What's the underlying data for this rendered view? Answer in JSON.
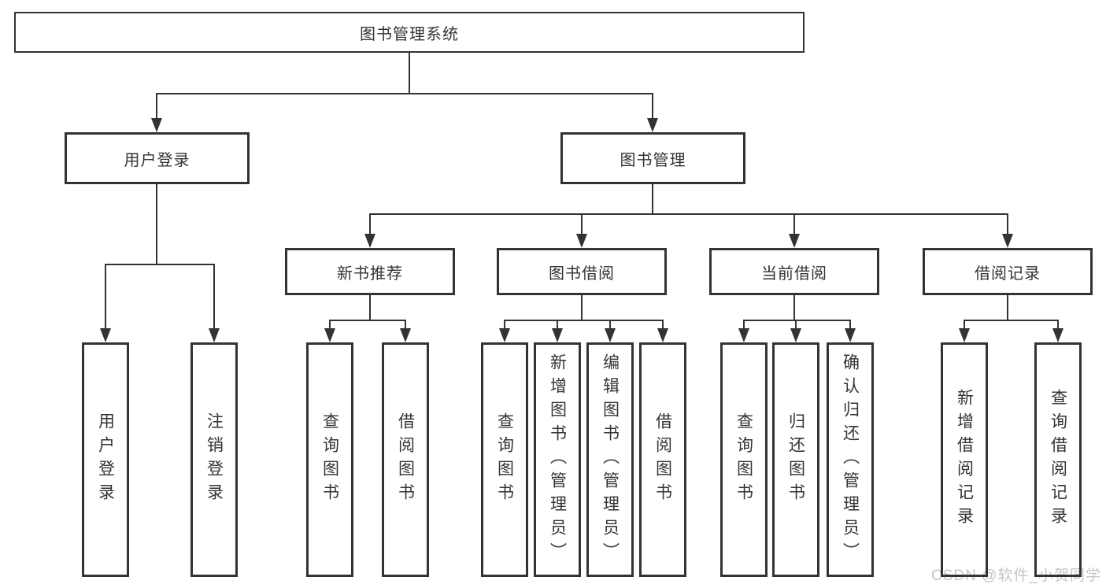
{
  "nodes": {
    "root": "图书管理系统",
    "user_login": "用户登录",
    "book_mgmt": "图书管理",
    "new_book_rec": "新书推荐",
    "book_borrow": "图书借阅",
    "current_borrow": "当前借阅",
    "borrow_records": "借阅记录",
    "leaf_user_login": "用户登录",
    "leaf_logout": "注销登录",
    "leaf_query_book_rec": "查询图书",
    "leaf_borrow_book_rec": "借阅图书",
    "leaf_query_book_borrow": "查询图书",
    "leaf_add_book_admin": "新增图书（管理员）",
    "leaf_edit_book_admin": "编辑图书（管理员）",
    "leaf_borrow_book_borrow": "借阅图书",
    "leaf_query_book_current": "查询图书",
    "leaf_return_book": "归还图书",
    "leaf_confirm_return_admin": "确认归还（管理员）",
    "leaf_add_borrow_record": "新增借阅记录",
    "leaf_query_borrow_record": "查询借阅记录"
  },
  "watermark": "CSDN @软件_小贺同学",
  "colors": {
    "line": "#333333",
    "box_border": "#333333",
    "text": "#333333",
    "background": "#ffffff",
    "watermark": "#c5c5c9"
  }
}
